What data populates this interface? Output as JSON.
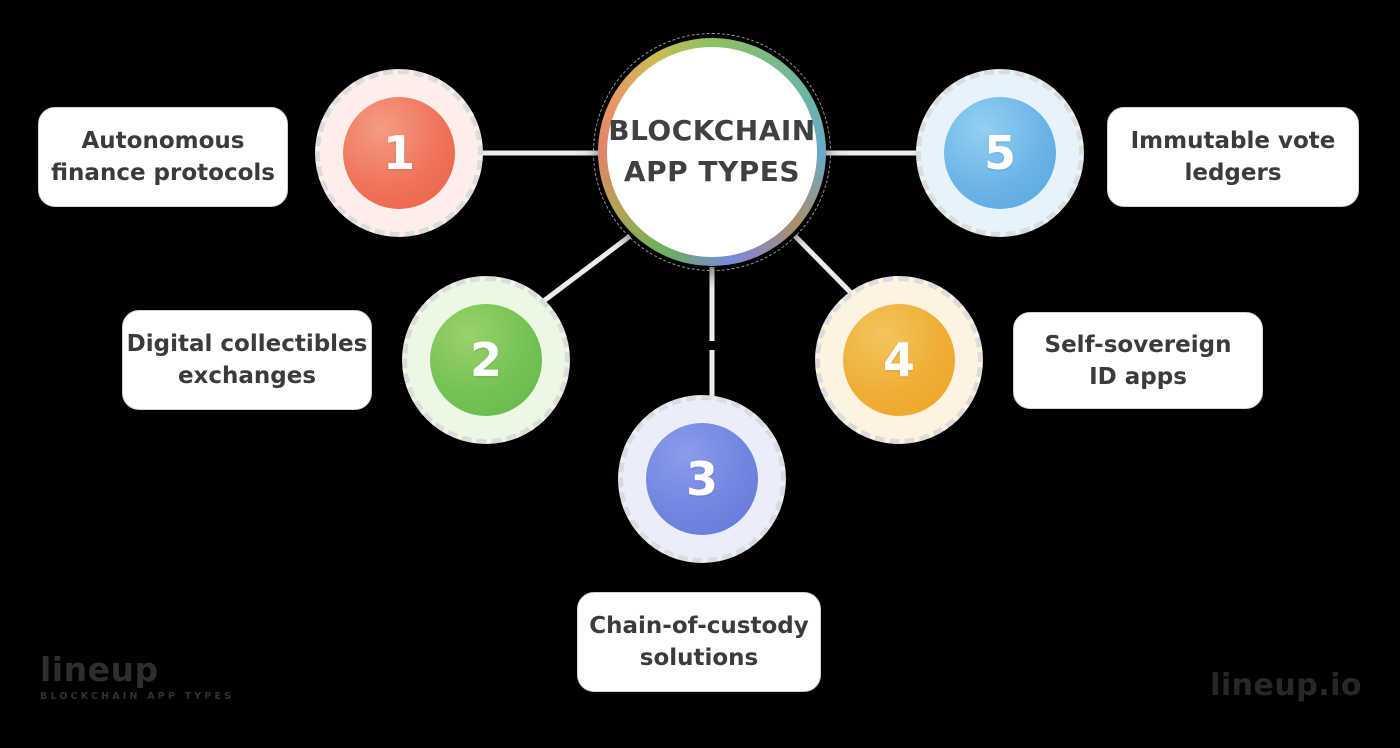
{
  "background_color": "#000000",
  "center": {
    "title_line1": "BLOCKCHAIN",
    "title_line2": "APP TYPES",
    "ring_colors": [
      "#8cc063",
      "#6fb5a0",
      "#69a9c9",
      "#a8906c",
      "#7b88dd",
      "#6cb05f",
      "#b5a254",
      "#e0836a",
      "#e89a62",
      "#c8bc55"
    ]
  },
  "nodes": [
    {
      "number": "1",
      "color": "#ef735a",
      "halo_color": "#fdeeea",
      "label_line1": "Autonomous",
      "label_line2": "finance protocols"
    },
    {
      "number": "2",
      "color": "#74c254",
      "halo_color": "#ecf7e4",
      "label_line1": "Digital collectibles",
      "label_line2": "exchanges"
    },
    {
      "number": "3",
      "color": "#7285e0",
      "halo_color": "#eaeefb",
      "label_line1": "Chain-of-custody",
      "label_line2": "solutions"
    },
    {
      "number": "4",
      "color": "#efae35",
      "halo_color": "#fdf3e0",
      "label_line1": "Self-sovereign",
      "label_line2": "ID apps"
    },
    {
      "number": "5",
      "color": "#6cb4e8",
      "halo_color": "#e7f3fb",
      "label_line1": "Immutable vote",
      "label_line2": "ledgers"
    }
  ],
  "connector_color": "#ececec",
  "footer": {
    "left_wordmark": "lineup",
    "left_tagline": "BLOCKCHAIN APP TYPES",
    "right_text": "lineup.io"
  }
}
